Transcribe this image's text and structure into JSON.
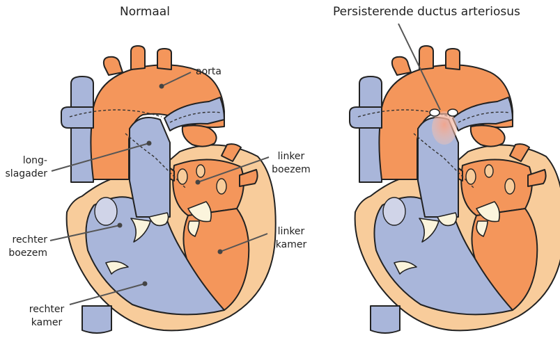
{
  "titles": {
    "normal": "Normaal",
    "pda": "Persisterende ductus arteriosus"
  },
  "labels": {
    "aorta": "aorta",
    "pulmonary_artery": [
      "long-",
      "slagader"
    ],
    "left_atrium": [
      "linker",
      "boezem"
    ],
    "right_atrium": [
      "rechter",
      "boezem"
    ],
    "left_ventricle": [
      "linker",
      "kamer"
    ],
    "right_ventricle": [
      "rechter",
      "kamer"
    ]
  },
  "colors": {
    "oxygenated": "#f4965b",
    "deoxygenated": "#a9b6da",
    "muscle_wall": "#f8cc9b",
    "valve": "#fbf4dc",
    "outline": "#222222",
    "leader_line": "#555555"
  }
}
